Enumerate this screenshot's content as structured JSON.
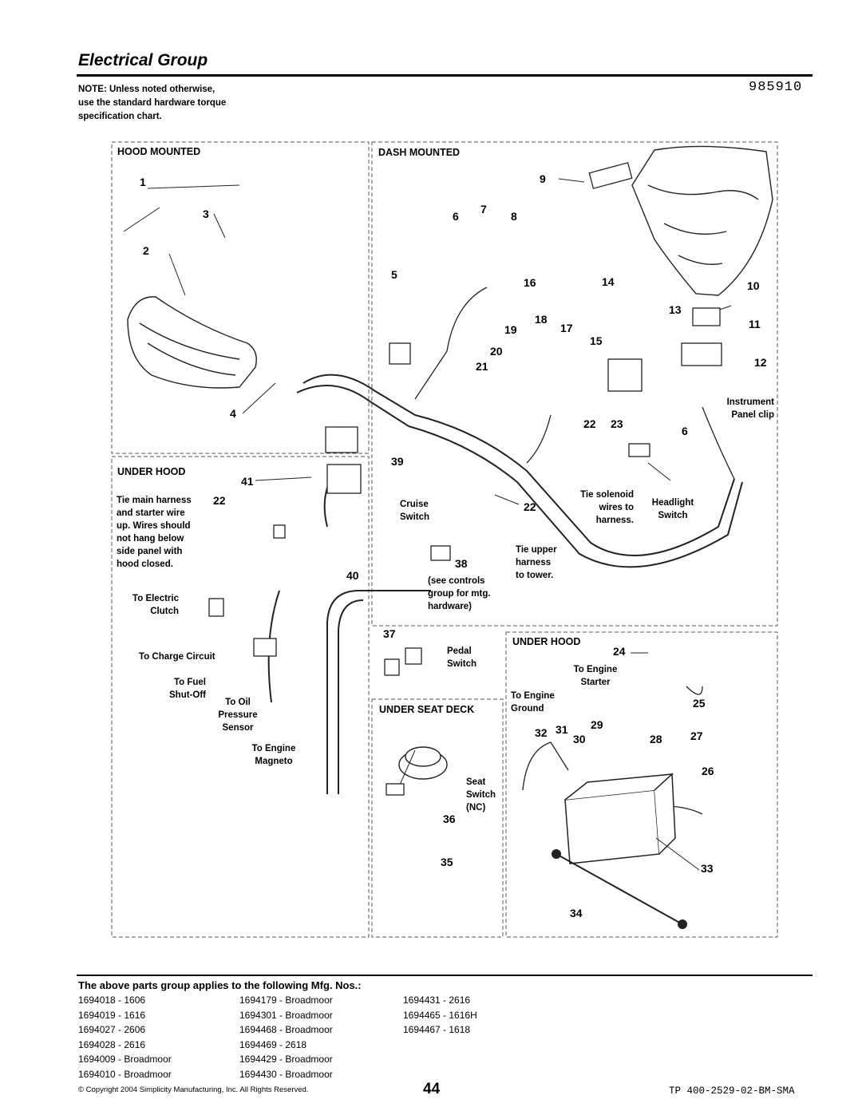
{
  "header": {
    "title": "Electrical Group",
    "part_number": "985910",
    "note": [
      "NOTE: Unless noted otherwise,",
      "use the standard hardware torque",
      "specification chart."
    ]
  },
  "sections": {
    "hood_mounted": "HOOD MOUNTED",
    "dash_mounted": "DASH MOUNTED",
    "under_hood_left": "UNDER HOOD",
    "under_hood_right": "UNDER HOOD",
    "under_seat_deck": "UNDER SEAT DECK"
  },
  "callouts": {
    "c1": "1",
    "c2": "2",
    "c3": "3",
    "c4": "4",
    "c5": "5",
    "c6": "6",
    "c6b": "6",
    "c7": "7",
    "c8": "8",
    "c9": "9",
    "c10": "10",
    "c11": "11",
    "c12": "12",
    "c13": "13",
    "c14": "14",
    "c15": "15",
    "c16": "16",
    "c17": "17",
    "c18": "18",
    "c19": "19",
    "c20": "20",
    "c21": "21",
    "c22a": "22",
    "c22b": "22",
    "c22c": "22",
    "c23": "23",
    "c24": "24",
    "c25": "25",
    "c26": "26",
    "c27": "27",
    "c28": "28",
    "c29": "29",
    "c30": "30",
    "c31": "31",
    "c32": "32",
    "c33": "33",
    "c34": "34",
    "c35": "35",
    "c36": "36",
    "c37": "37",
    "c38": "38",
    "c39": "39",
    "c40": "40",
    "c41": "41"
  },
  "labels": {
    "tie_main": [
      "Tie main harness",
      "and starter wire",
      "up. Wires should",
      "not hang below",
      "side panel with",
      "hood closed."
    ],
    "to_electric_clutch": [
      "To Electric",
      "Clutch"
    ],
    "to_charge_circuit": "To Charge Circuit",
    "to_fuel_shutoff": [
      "To Fuel",
      "Shut-Off"
    ],
    "to_oil_pressure": [
      "To Oil",
      "Pressure",
      "Sensor"
    ],
    "to_engine_magneto": [
      "To Engine",
      "Magneto"
    ],
    "cruise_switch": [
      "Cruise",
      "Switch"
    ],
    "see_controls": [
      "(see controls",
      "group for mtg.",
      "hardware)"
    ],
    "pedal_switch": [
      "Pedal",
      "Switch"
    ],
    "seat_switch": [
      "Seat",
      "Switch",
      "(NC)"
    ],
    "tie_upper": [
      "Tie upper",
      "harness",
      "to tower."
    ],
    "tie_solenoid": [
      "Tie solenoid",
      "wires to",
      "harness."
    ],
    "headlight_switch": [
      "Headlight",
      "Switch"
    ],
    "instrument_panel_clip": [
      "Instrument",
      "Panel clip"
    ],
    "to_engine_starter": [
      "To Engine",
      "Starter"
    ],
    "to_engine_ground": [
      "To Engine",
      "Ground"
    ]
  },
  "applies_heading": "The above parts group applies to the following Mfg. Nos.:",
  "models": {
    "col1": [
      "1694018 - 1606",
      "1694019 - 1616",
      "1694027 - 2606",
      "1694028 - 2616",
      "1694009 - Broadmoor",
      "1694010 - Broadmoor"
    ],
    "col2": [
      "1694179 - Broadmoor",
      "1694301 - Broadmoor",
      "1694468 - Broadmoor",
      "1694469 - 2618",
      "1694429 - Broadmoor",
      "1694430 - Broadmoor"
    ],
    "col3": [
      "1694431 - 2616",
      "1694465 - 1616H",
      "1694467 - 1618"
    ]
  },
  "footer": {
    "copyright": "© Copyright 2004 Simplicity Manufacturing, Inc. All Rights Reserved.",
    "page": "44",
    "doc_id": "TP 400-2529-02-BM-SMA"
  }
}
